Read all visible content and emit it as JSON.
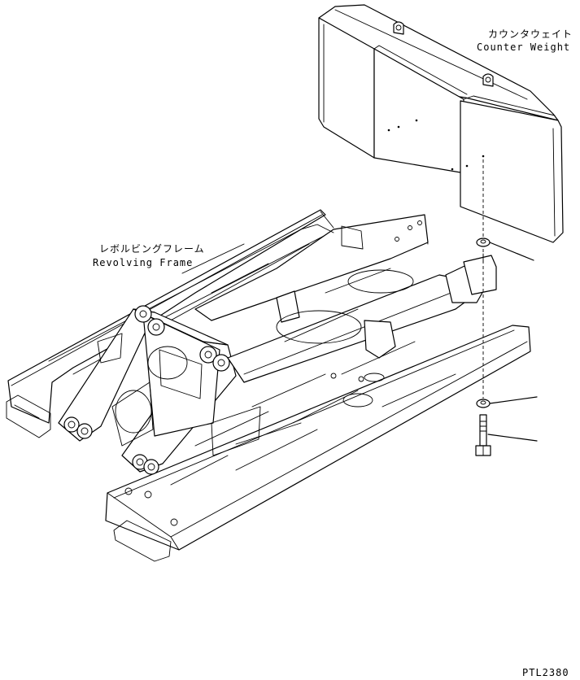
{
  "labels": {
    "counterweight_jp": "カウンタウェイト",
    "counterweight_en": "Counter Weight",
    "frame_jp": "レボルビングフレーム",
    "frame_en": "Revolving Frame",
    "drawing_code": "PTL2380"
  }
}
